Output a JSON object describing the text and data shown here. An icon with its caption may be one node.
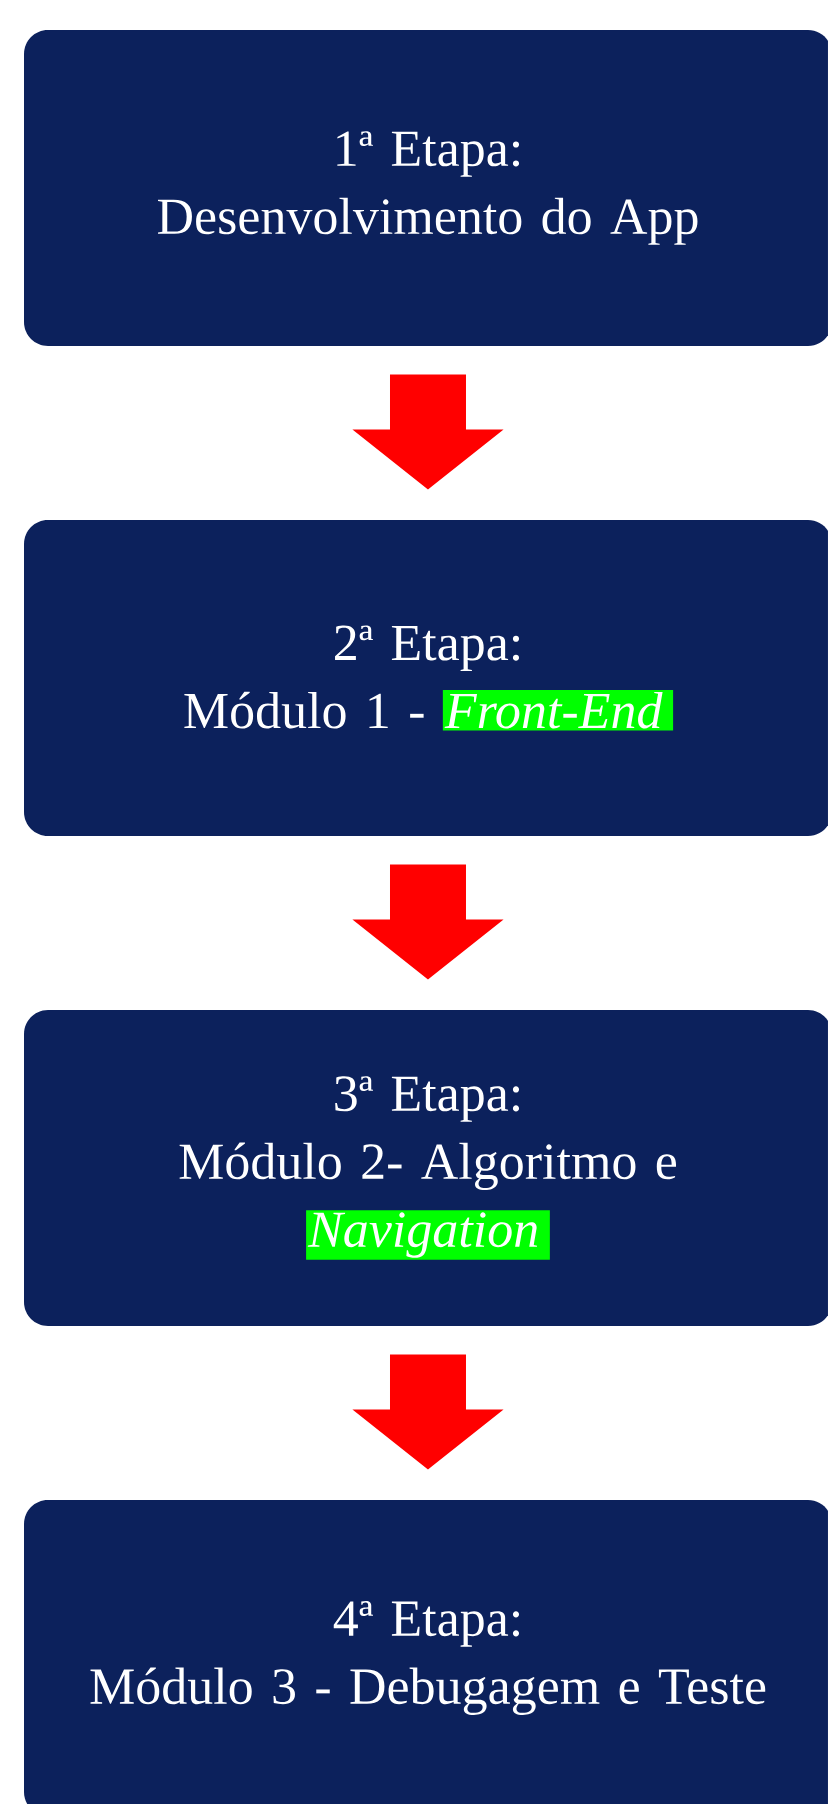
{
  "diagram": {
    "nodes": [
      {
        "text": [
          "1ª Etapa:",
          "Desenvolvimento do App"
        ]
      },
      {
        "text": [
          "2ª Etapa:",
          "Módulo 1 -",
          "Front-End"
        ]
      },
      {
        "text": [
          "3ª Etapa:",
          "Módulo 2- Algoritmo e",
          "Navigation"
        ]
      },
      {
        "text": [
          "4ª Etapa:",
          "Módulo 3 - Debugagem e Teste"
        ]
      }
    ],
    "edges": [
      {
        "from": 0,
        "to": 1,
        "arrow": "to"
      },
      {
        "from": 1,
        "to": 2,
        "arrow": "to"
      },
      {
        "from": 2,
        "to": 3,
        "arrow": "to"
      }
    ]
  }
}
